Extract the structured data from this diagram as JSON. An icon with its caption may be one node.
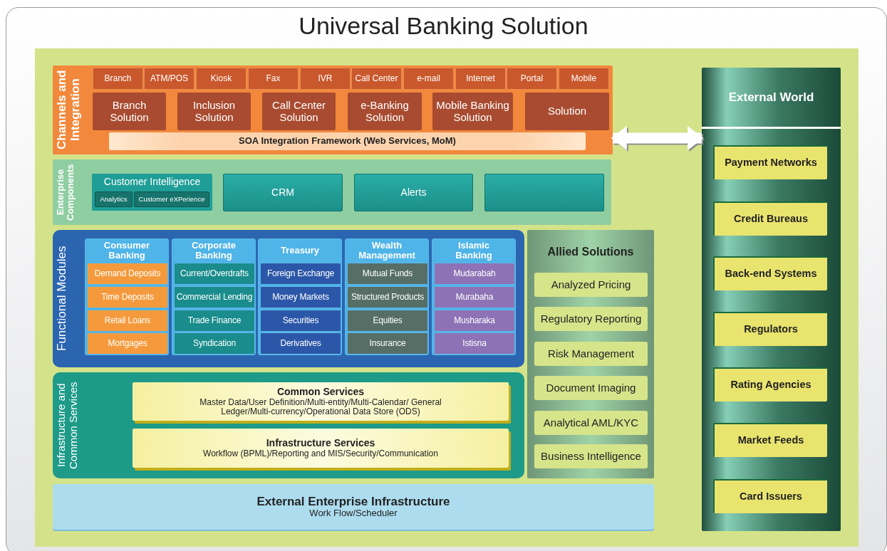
{
  "diagram": {
    "title": "Universal Banking Solution",
    "nodes": [
      {
        "text": [
          "Channels and Integration"
        ]
      },
      {
        "text": [
          "Branch"
        ],
        "in": 0
      },
      {
        "text": [
          "ATM/POS"
        ],
        "in": 0
      },
      {
        "text": [
          "Kiosk"
        ],
        "in": 0
      },
      {
        "text": [
          "Fax"
        ],
        "in": 0
      },
      {
        "text": [
          "IVR"
        ],
        "in": 0
      },
      {
        "text": [
          "Call Center"
        ],
        "in": 0
      },
      {
        "text": [
          "e-mail"
        ],
        "in": 0
      },
      {
        "text": [
          "Internet"
        ],
        "in": 0
      },
      {
        "text": [
          "Portal"
        ],
        "in": 0
      },
      {
        "text": [
          "Mobile"
        ],
        "in": 0
      },
      {
        "text": [
          "Branch Solution"
        ],
        "in": 0
      },
      {
        "text": [
          "Inclusion Solution"
        ],
        "in": 0
      },
      {
        "text": [
          "Call Center Solution"
        ],
        "in": 0
      },
      {
        "text": [
          "e-Banking Solution"
        ],
        "in": 0
      },
      {
        "text": [
          "Mobile Banking Solution"
        ],
        "in": 0
      },
      {
        "text": [
          "Solution"
        ],
        "in": 0
      },
      {
        "text": [
          "SOA Integration Framework (Web Services, MoM)"
        ],
        "in": 0
      },
      {
        "text": [
          "Enterprise Components"
        ]
      },
      {
        "text": [
          "Customer Intelligence"
        ],
        "in": 18
      },
      {
        "text": [
          "Analytics"
        ],
        "in": 19
      },
      {
        "text": [
          "Customer  eXPerience"
        ],
        "in": 19
      },
      {
        "text": [
          "CRM"
        ],
        "in": 18
      },
      {
        "text": [
          "Alerts"
        ],
        "in": 18
      },
      {
        "text": [],
        "shape": "box",
        "in": 18
      },
      {
        "text": [
          "Functional Modules"
        ]
      },
      {
        "text": [
          "Consumer Banking"
        ],
        "in": 25
      },
      {
        "text": [
          "Demand Deposits"
        ],
        "in": 26
      },
      {
        "text": [
          "Time Deposits"
        ],
        "in": 26
      },
      {
        "text": [
          "Retail Loans"
        ],
        "in": 26
      },
      {
        "text": [
          "Mortgages"
        ],
        "in": 26
      },
      {
        "text": [
          "Corporate Banking"
        ],
        "in": 25
      },
      {
        "text": [
          "Current/Overdrafts"
        ],
        "in": 31
      },
      {
        "text": [
          "Commercial Lending"
        ],
        "in": 31
      },
      {
        "text": [
          "Trade Finance"
        ],
        "in": 31
      },
      {
        "text": [
          "Syndication"
        ],
        "in": 31
      },
      {
        "text": [
          "Treasury"
        ],
        "in": 25
      },
      {
        "text": [
          "Foreign Exchange"
        ],
        "in": 36
      },
      {
        "text": [
          "Money Markets"
        ],
        "in": 36
      },
      {
        "text": [
          "Securities"
        ],
        "in": 36
      },
      {
        "text": [
          "Derivatives"
        ],
        "in": 36
      },
      {
        "text": [
          "Wealth Management"
        ],
        "in": 25
      },
      {
        "text": [
          "Mutual Funds"
        ],
        "in": 41
      },
      {
        "text": [
          "Structured Products"
        ],
        "in": 41
      },
      {
        "text": [
          "Equities"
        ],
        "in": 41
      },
      {
        "text": [
          "Insurance"
        ],
        "in": 41
      },
      {
        "text": [
          "Islamic Banking"
        ],
        "in": 25
      },
      {
        "text": [
          "Mudarabah"
        ],
        "in": 46
      },
      {
        "text": [
          "Murabaha"
        ],
        "in": 46
      },
      {
        "text": [
          "Musharaka"
        ],
        "in": 46
      },
      {
        "text": [
          "Istisna"
        ],
        "in": 46
      },
      {
        "text": [
          "Infrastructure and Common Services"
        ]
      },
      {
        "text": [
          "Common Services",
          "Master Data/User Definition/Multi-entity/Multi-Calendar/ General Ledger/Multi-currency/Operational Data Store (ODS)"
        ],
        "in": 51
      },
      {
        "text": [
          "Infrastructure Services",
          "Workflow (BPML)/Reporting and MIS/Security/Communication"
        ],
        "in": 51
      },
      {
        "text": [
          "External Enterprise Infrastructure",
          "Work Flow/Scheduler"
        ]
      },
      {
        "text": [
          "Allied Solutions"
        ]
      },
      {
        "text": [
          "Analyzed Pricing"
        ],
        "in": 55
      },
      {
        "text": [
          "Regulatory Reporting"
        ],
        "in": 55
      },
      {
        "text": [
          "Risk Management"
        ],
        "in": 55
      },
      {
        "text": [
          "Document Imaging"
        ],
        "in": 55
      },
      {
        "text": [
          "Analytical AML/KYC"
        ],
        "in": 55
      },
      {
        "text": [
          "Business Intelligence"
        ],
        "in": 55
      },
      {
        "text": [
          "External World"
        ]
      },
      {
        "text": [
          "Payment Networks"
        ],
        "in": 62
      },
      {
        "text": [
          "Credit Bureaus"
        ],
        "in": 62
      },
      {
        "text": [
          "Back-end Systems"
        ],
        "in": 62
      },
      {
        "text": [
          "Regulators"
        ],
        "in": 62
      },
      {
        "text": [
          "Rating Agencies"
        ],
        "in": 62
      },
      {
        "text": [
          "Market Feeds"
        ],
        "in": 62
      },
      {
        "text": [
          "Card Issuers"
        ],
        "in": 62
      }
    ],
    "edges": [
      {
        "from": 0,
        "to": 62,
        "arrow": "both"
      }
    ]
  }
}
